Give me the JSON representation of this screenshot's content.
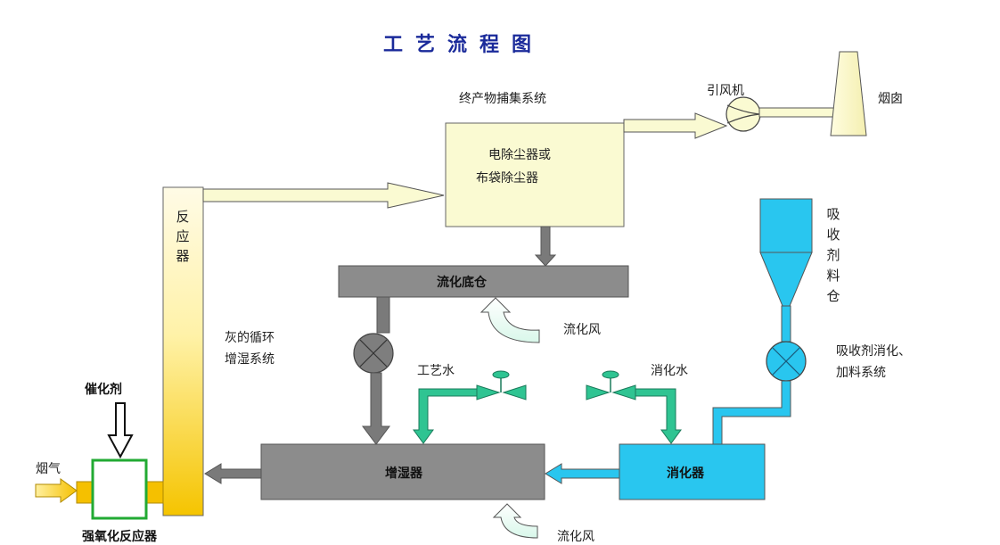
{
  "title": "工艺流程图",
  "labels": {
    "product_capture": "终产物捕集系统",
    "precipitator_line1": "电除尘器或",
    "precipitator_line2": "布袋除尘器",
    "induced_fan": "引风机",
    "chimney": "烟囱",
    "reactor": "反应器",
    "fluidized_bin": "流化底仓",
    "fluidizing_air_top": "流化风",
    "ash_recycle_line1": "灰的循环",
    "ash_recycle_line2": "增湿系统",
    "process_water": "工艺水",
    "slaking_water": "消化水",
    "absorbent_silo": "吸收剂料仓",
    "absorbent_system_line1": "吸收剂消化、",
    "absorbent_system_line2": "加料系统",
    "catalyst": "催化剂",
    "flue_gas": "烟气",
    "humidifier": "增湿器",
    "slaker": "消化器",
    "oxidation_reactor": "强氧化反应器",
    "fluidizing_air_bottom": "流化风"
  },
  "colors": {
    "title": "#1a2a9a",
    "precipitator_fill": "#fafad2",
    "gray_unit": "#8c8c8c",
    "cyan_unit": "#29c6ef",
    "green_pipe": "#2fc492",
    "reactor_gradient_top": "#fff8d0",
    "reactor_gradient_bottom": "#f5c400",
    "oxidation_border": "#22aa33"
  }
}
